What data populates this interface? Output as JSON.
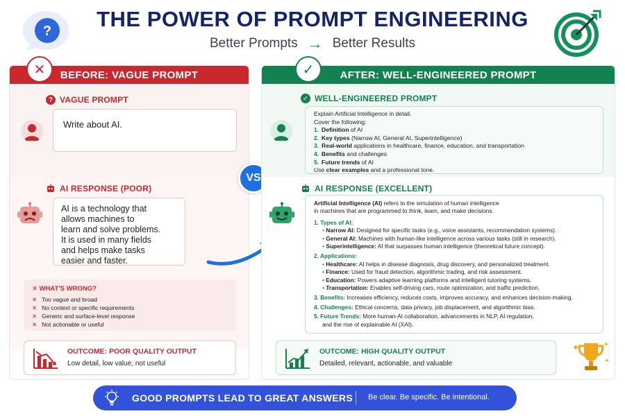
{
  "header": {
    "title": "THE POWER OF PROMPT ENGINEERING",
    "subtitle_left": "Better Prompts",
    "subtitle_right": "Better Results",
    "arrow_glyph": "→"
  },
  "left": {
    "heading": "BEFORE: VAGUE PROMPT",
    "prompt_label": "VAGUE PROMPT",
    "prompt_text": "Write about AI.",
    "response_label": "AI RESPONSE (POOR)",
    "response_lines": [
      "AI is a technology that",
      "allows machines to",
      "learn and solve problems.",
      "It is used in many fields",
      "and helps make tasks",
      "easier and faster."
    ],
    "wrong_title": "WHAT'S WRONG?",
    "wrong_items": [
      "Too vague and broad",
      "No context or specific requirements",
      "Generic and surface-level response",
      "Not actionable or useful"
    ],
    "outcome_title": "OUTCOME: POOR QUALITY OUTPUT",
    "outcome_desc": "Low detail, low value, not useful"
  },
  "vs_label": "VS",
  "right": {
    "heading": "AFTER: WELL-ENGINEERED PROMPT",
    "prompt_label": "WELL-ENGINEERED PROMPT",
    "prompt_intro": [
      "Explain Artificial Intelligence in detail.",
      "Cover the following:"
    ],
    "prompt_items": [
      {
        "num": "1.",
        "bold": "Definition",
        "rest": " of AI"
      },
      {
        "num": "2.",
        "bold": "Key types",
        "rest": " (Narrow AI, General AI, Superintelligence)"
      },
      {
        "num": "3.",
        "bold": "Real-world",
        "rest": " applications in healthcare, finance, education, and transportation"
      },
      {
        "num": "4.",
        "bold": "Benefits",
        "rest": " and challenges"
      },
      {
        "num": "5.",
        "bold": "Future trends",
        "rest": " of AI"
      }
    ],
    "prompt_outro": {
      "pre": "Use ",
      "bold": "clear examples",
      "post": " and a professional tone."
    },
    "response_label": "AI RESPONSE (EXCELLENT)",
    "resp_intro": {
      "bold": "Artificial Intelligence (AI)",
      "rest": " refers to the simulation of human intelligence",
      "line2": "in machines that are programmed to think, learn, and make decisions."
    },
    "resp_sec1": "1. Types of AI:",
    "resp_types": [
      {
        "bold": "Narrow AI:",
        "rest": " Designed for specific tasks (e.g., voice assistants, recommendation systems)."
      },
      {
        "bold": "General AI:",
        "rest": " Machines with human-like intelligence across various tasks (still in research)."
      },
      {
        "bold": "Superintelligence:",
        "rest": " AI that surpasses human intelligence (theoretical future concept)."
      }
    ],
    "resp_sec2": "2. Applications:",
    "resp_apps": [
      {
        "bold": "Healthcare:",
        "rest": " AI helps in disease diagnosis, drug discovery, and personalized treatment."
      },
      {
        "bold": "Finance:",
        "rest": " Used for fraud detection, algorithmic trading, and risk assessment."
      },
      {
        "bold": "Education:",
        "rest": " Powers adaptive learning platforms and intelligent tutoring systems."
      },
      {
        "bold": "Transportation:",
        "rest": " Enables self-driving cars, route optimization, and traffic prediction."
      }
    ],
    "resp_sec3": "3. Benefits:",
    "resp_sec3_text": " Increases efficiency, reduces costs, improves accuracy, and enhances decision-making.",
    "resp_sec4": "4. Challenges:",
    "resp_sec4_text": " Ethical concerns, data privacy, job displacement, and algorithmic bias.",
    "resp_sec5": "5. Future Trends:",
    "resp_sec5_text": " More human-AI collaboration, advancements in NLP, AI regulation,",
    "resp_sec5_line2": "and the rise of explainable AI (XAI).",
    "outcome_title": "OUTCOME: HIGH QUALITY OUTPUT",
    "outcome_desc": "Detailed, relevant, actionable, and valuable"
  },
  "footer": {
    "main": "GOOD PROMPTS LEAD TO GREAT ANSWERS",
    "sub": "Be clear. Be specific. Be intentional."
  },
  "colors": {
    "title_navy": "#14246b",
    "red": "#c9282e",
    "green": "#128250",
    "blue": "#1e6fe0",
    "footer_blue": "#3152d9"
  },
  "icons": {
    "question_bubble": "question-bubble-icon",
    "target": "target-icon",
    "x_badge": "x-circle-icon",
    "check_badge": "check-circle-icon",
    "user": "user-icon",
    "robot_sad": "sad-robot-icon",
    "robot_happy": "happy-robot-icon",
    "chart_down": "chart-down-icon",
    "chart_up": "chart-up-icon",
    "trophy": "trophy-icon",
    "bulb": "lightbulb-icon"
  }
}
